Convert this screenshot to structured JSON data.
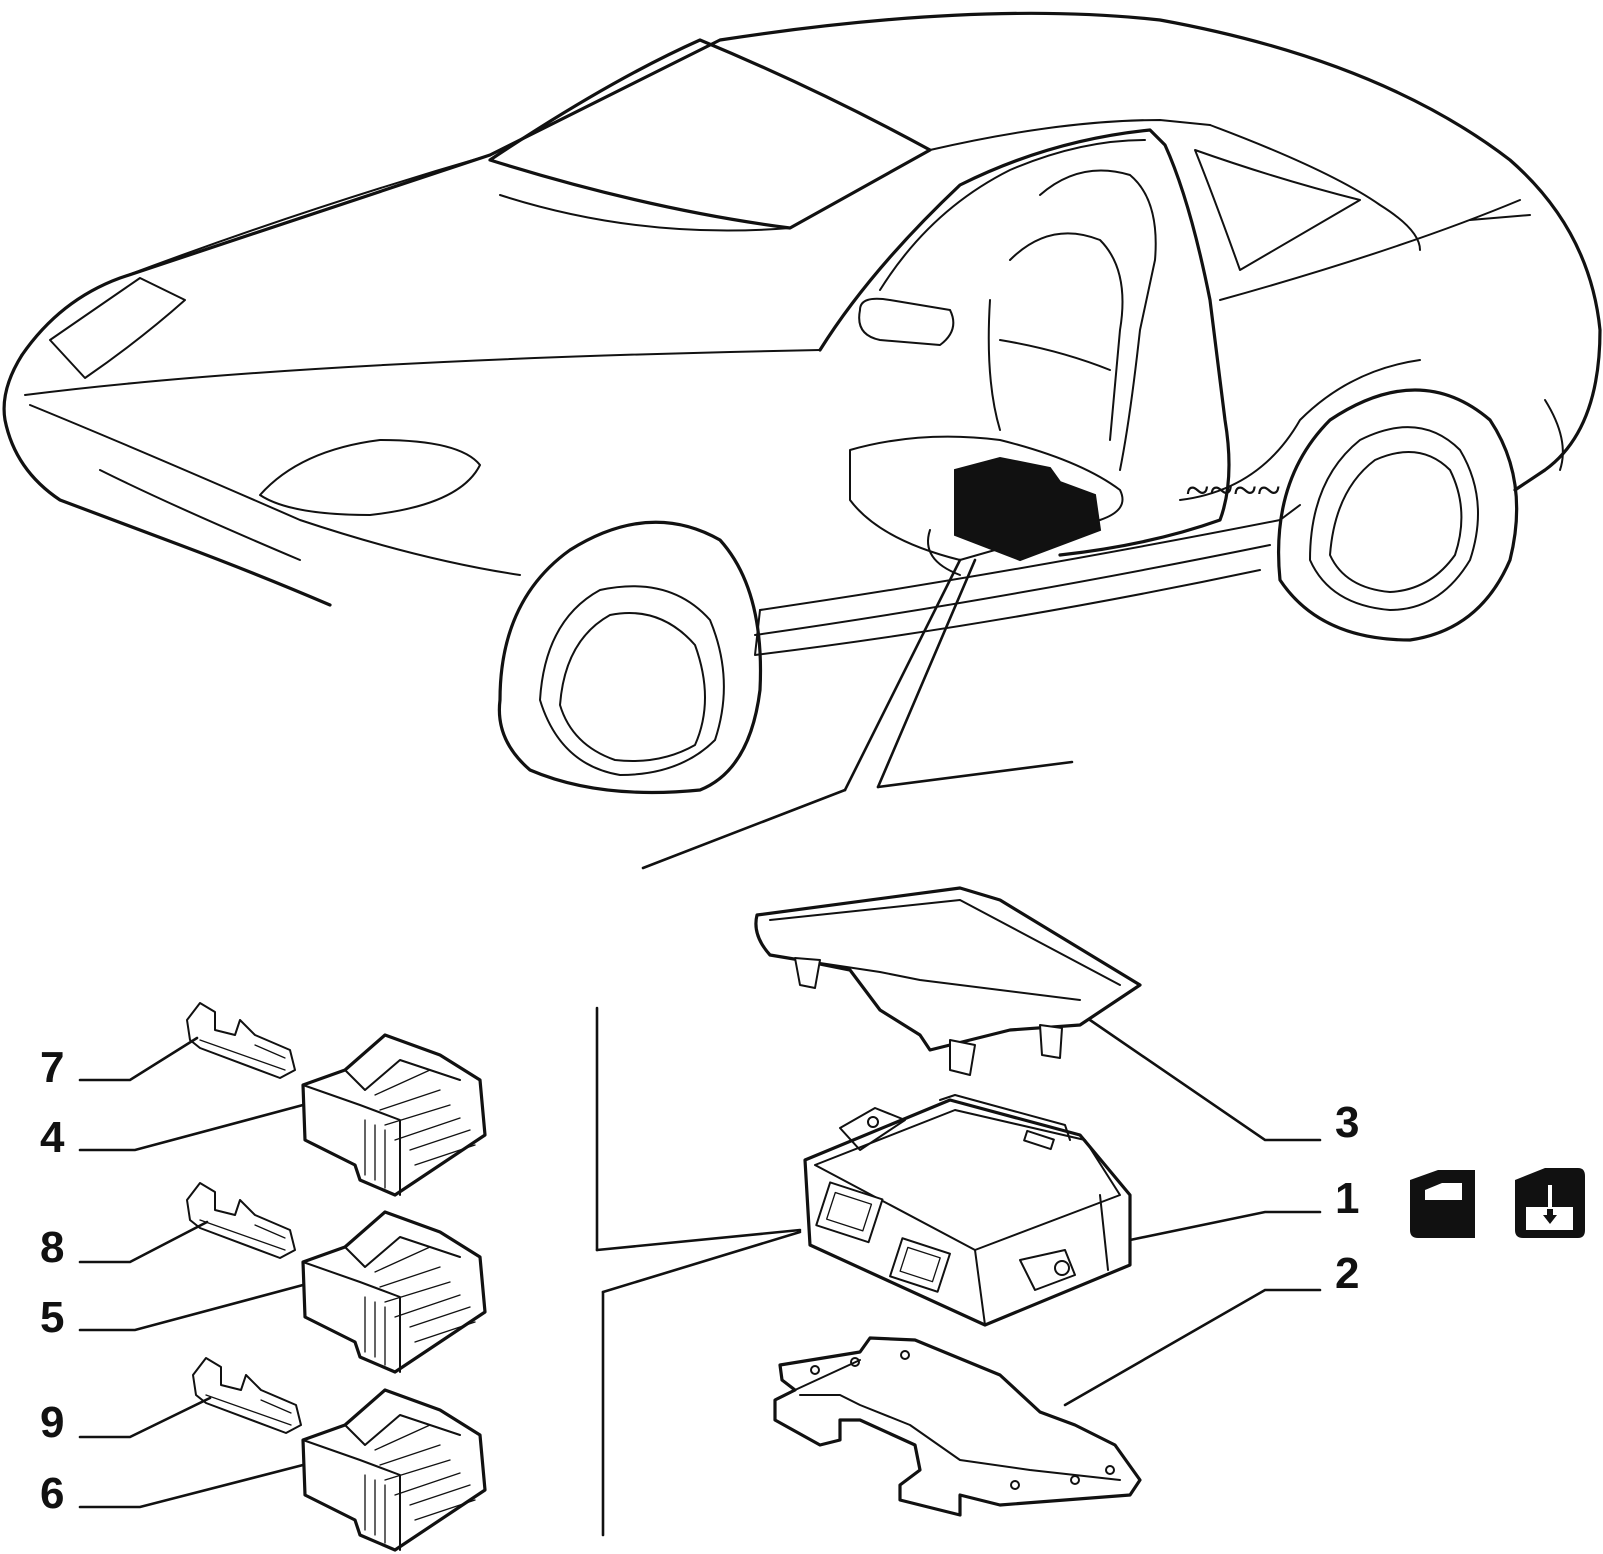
{
  "callouts": [
    {
      "label": "1"
    },
    {
      "label": "2"
    },
    {
      "label": "3"
    },
    {
      "label": "4"
    },
    {
      "label": "5"
    },
    {
      "label": "6"
    },
    {
      "label": "7"
    },
    {
      "label": "8"
    },
    {
      "label": "9"
    }
  ],
  "icons": [
    {
      "name": "door-panel-icon"
    },
    {
      "name": "window-lift-icon"
    }
  ],
  "colors": {
    "ink": "#111111",
    "paper": "#ffffff"
  }
}
